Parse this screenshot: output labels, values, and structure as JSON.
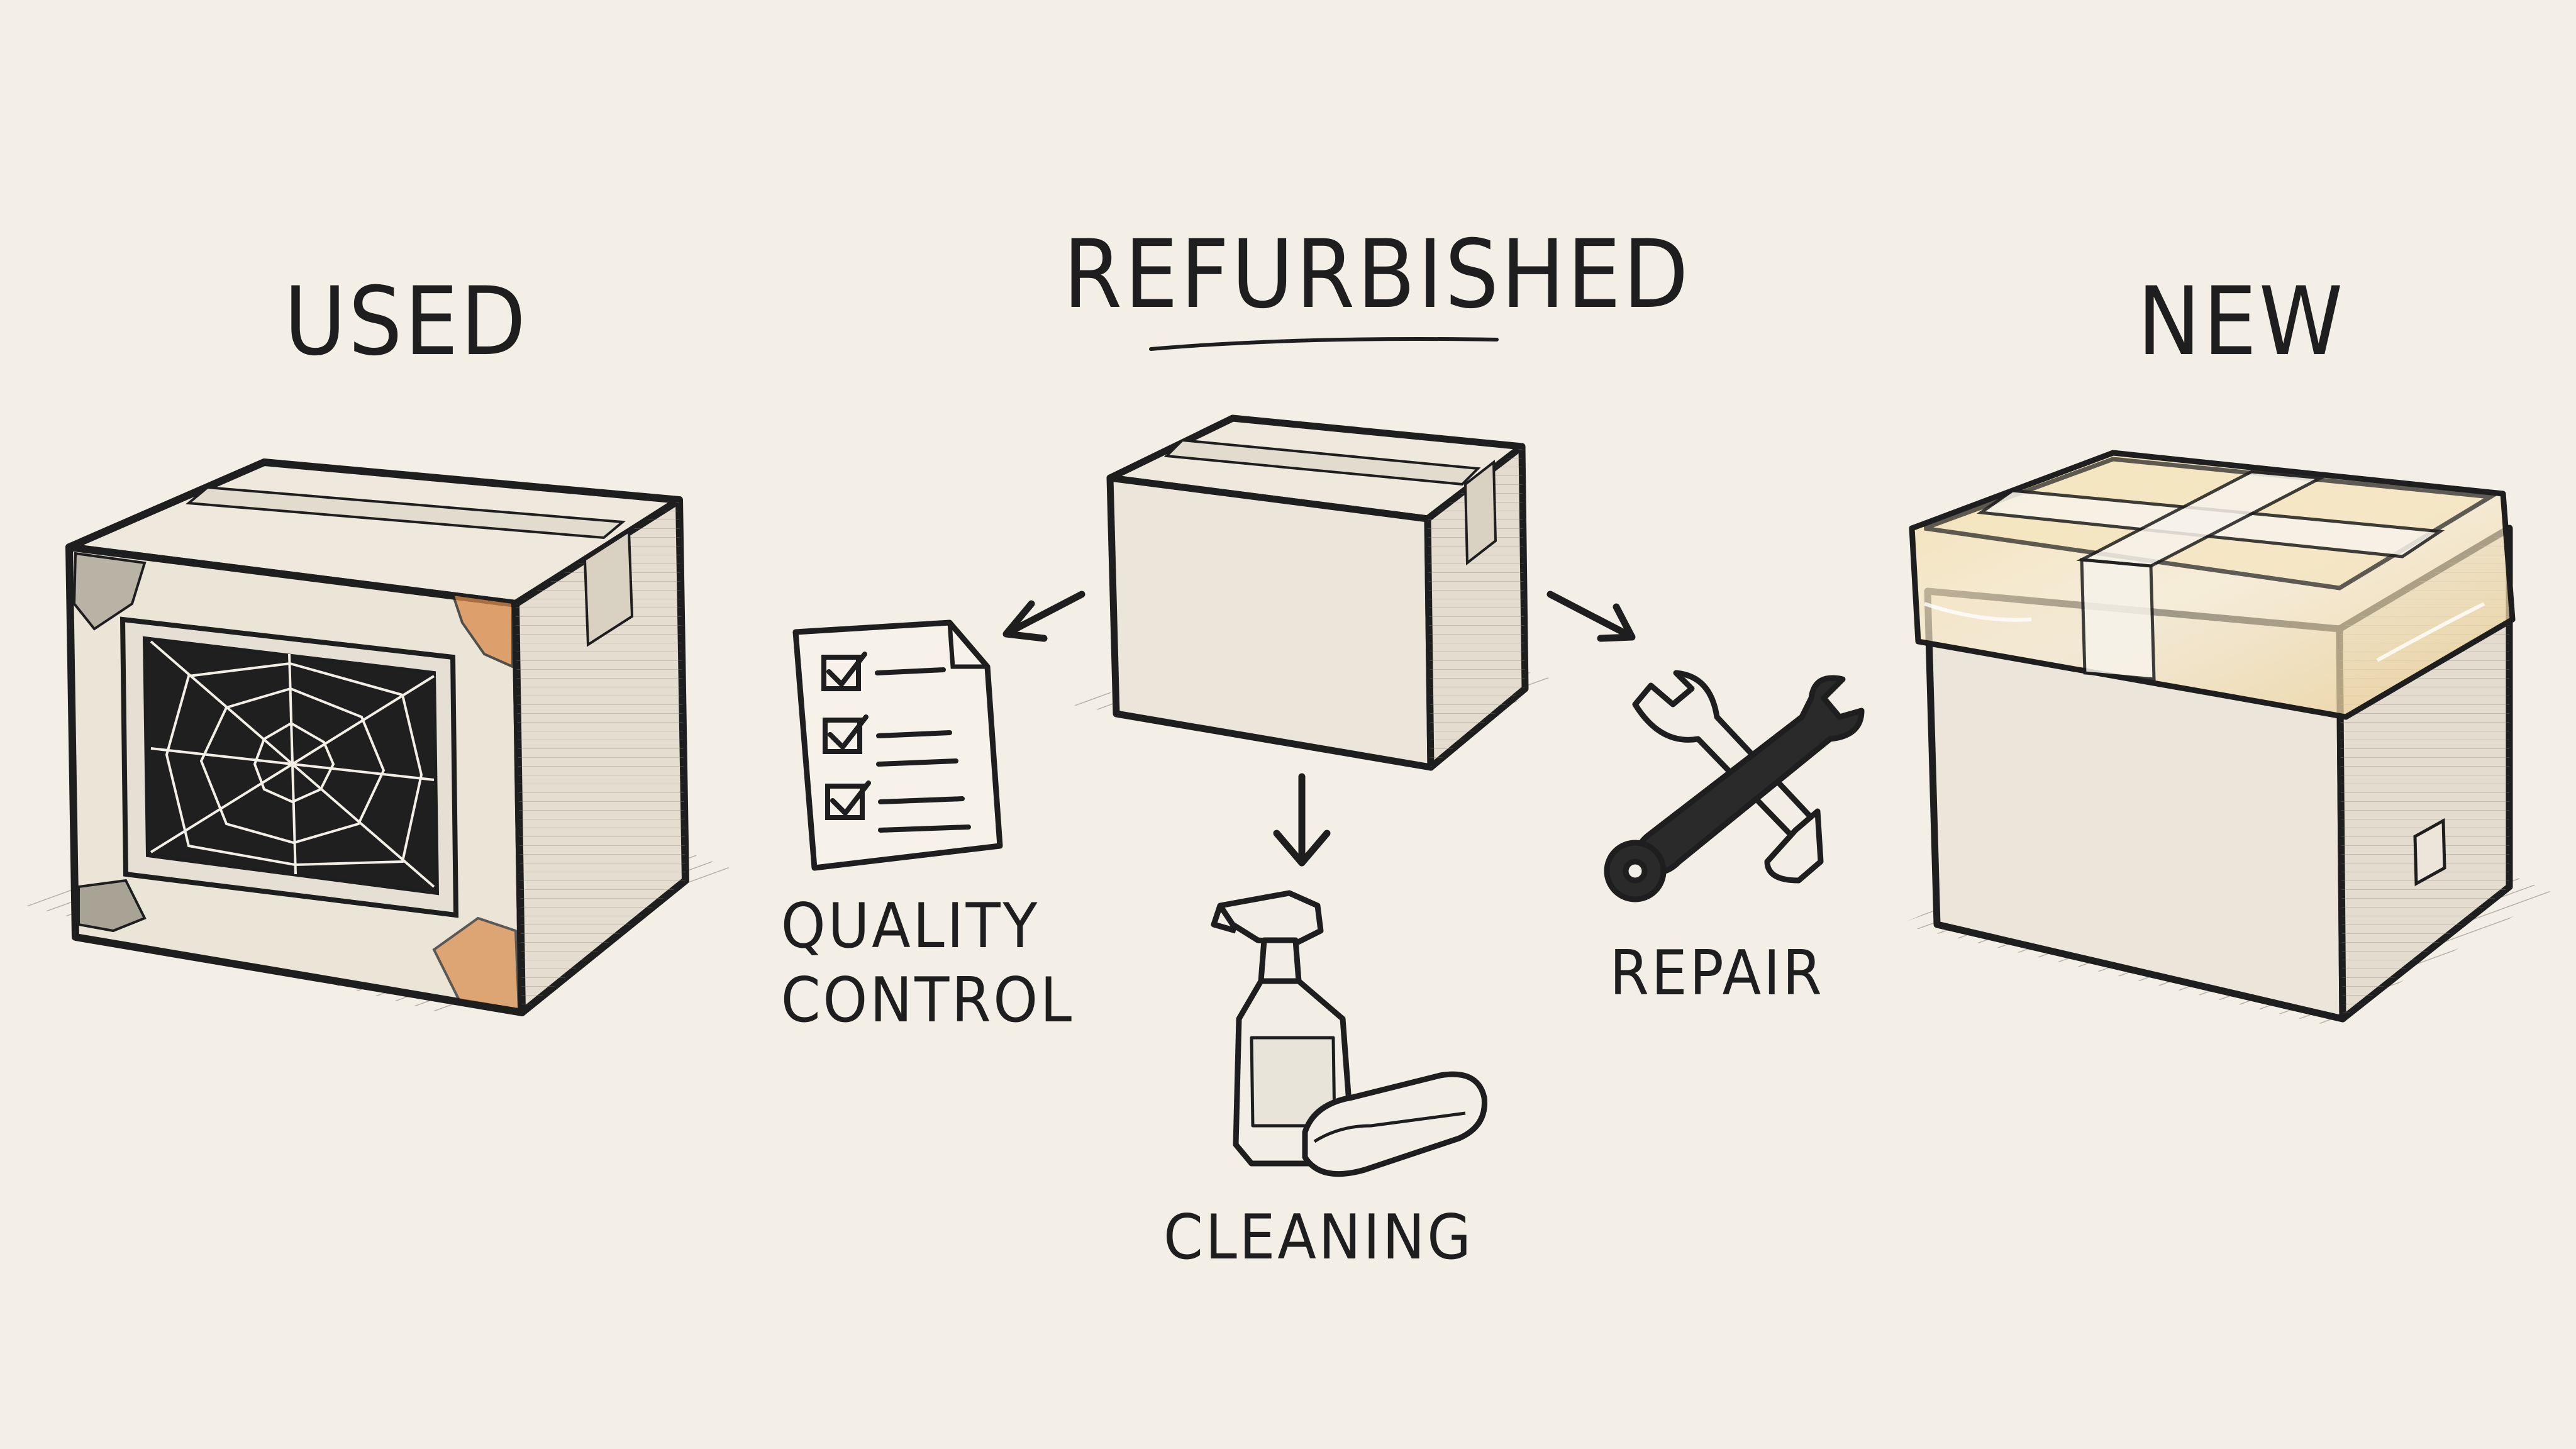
{
  "labels": {
    "used": "USED",
    "refurbished": "REFURBISHED",
    "new": "NEW",
    "quality_line1": "QUALITY",
    "quality_line2": "CONTROL",
    "cleaning": "CLEANING",
    "repair": "REPAIR"
  },
  "colors": {
    "background": "#f3efe6",
    "ink": "#1e1e1e",
    "cardboard": "#ece6da",
    "rust": "#d98a4a",
    "tape": "#f0d8a0"
  },
  "icons": [
    "spider-web-icon",
    "checklist-icon",
    "spray-bottle-icon",
    "cloth-icon",
    "wrench-icon",
    "arrow-icon"
  ]
}
